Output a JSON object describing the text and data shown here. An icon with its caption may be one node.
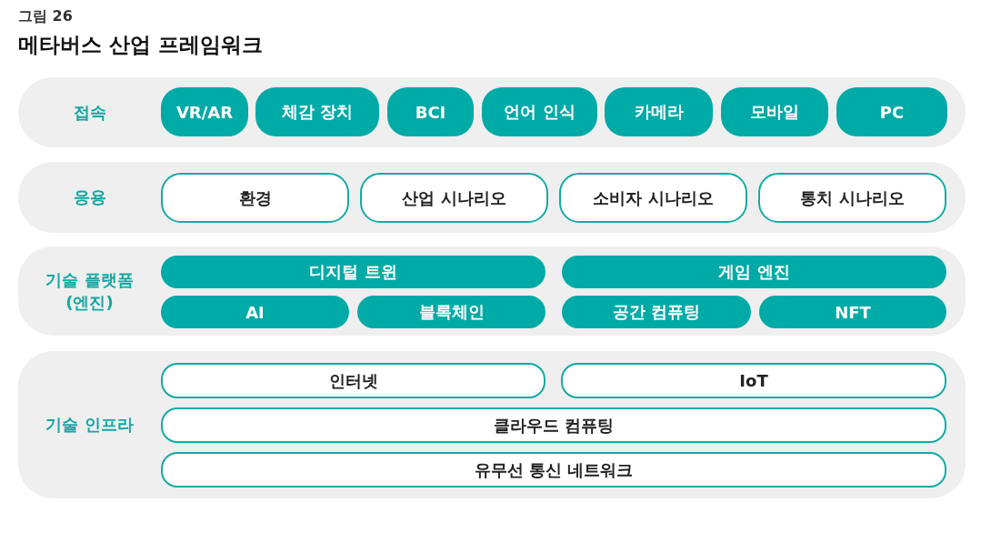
{
  "diagram": {
    "title": "메타버스 산업 프레임워크",
    "nodes": [
      {
        "text": [
          "접속"
        ]
      },
      {
        "text": [
          "VR/AR"
        ],
        "in": 0
      },
      {
        "text": [
          "체감 장치"
        ],
        "in": 0
      },
      {
        "text": [
          "BCI"
        ],
        "in": 0
      },
      {
        "text": [
          "언어 인식"
        ],
        "in": 0
      },
      {
        "text": [
          "카메라"
        ],
        "in": 0
      },
      {
        "text": [
          "모바일"
        ],
        "in": 0
      },
      {
        "text": [
          "PC"
        ],
        "in": 0
      },
      {
        "text": [
          "응용"
        ]
      },
      {
        "text": [
          "환경"
        ],
        "in": 8
      },
      {
        "text": [
          "산업 시나리오"
        ],
        "in": 8
      },
      {
        "text": [
          "소비자 시나리오"
        ],
        "in": 8
      },
      {
        "text": [
          "통치 시나리오"
        ],
        "in": 8
      },
      {
        "text": [
          "기술 플랫폼 (엔진)"
        ]
      },
      {
        "text": [
          "디지털 트윈"
        ],
        "in": 13
      },
      {
        "text": [
          "게임 엔진"
        ],
        "in": 13
      },
      {
        "text": [
          "AI"
        ],
        "in": 13
      },
      {
        "text": [
          "블록체인"
        ],
        "in": 13
      },
      {
        "text": [
          "공간 컴퓨팅"
        ],
        "in": 13
      },
      {
        "text": [
          "NFT"
        ],
        "in": 13
      },
      {
        "text": [
          "기술 인프라"
        ]
      },
      {
        "text": [
          "인터넷"
        ],
        "in": 20
      },
      {
        "text": [
          "IoT"
        ],
        "in": 20
      },
      {
        "text": [
          "클라우드 컴퓨팅"
        ],
        "in": 20
      },
      {
        "text": [
          "유무선 통신 네트워크"
        ],
        "in": 20
      }
    ],
    "labels": [
      "그림 26"
    ]
  }
}
